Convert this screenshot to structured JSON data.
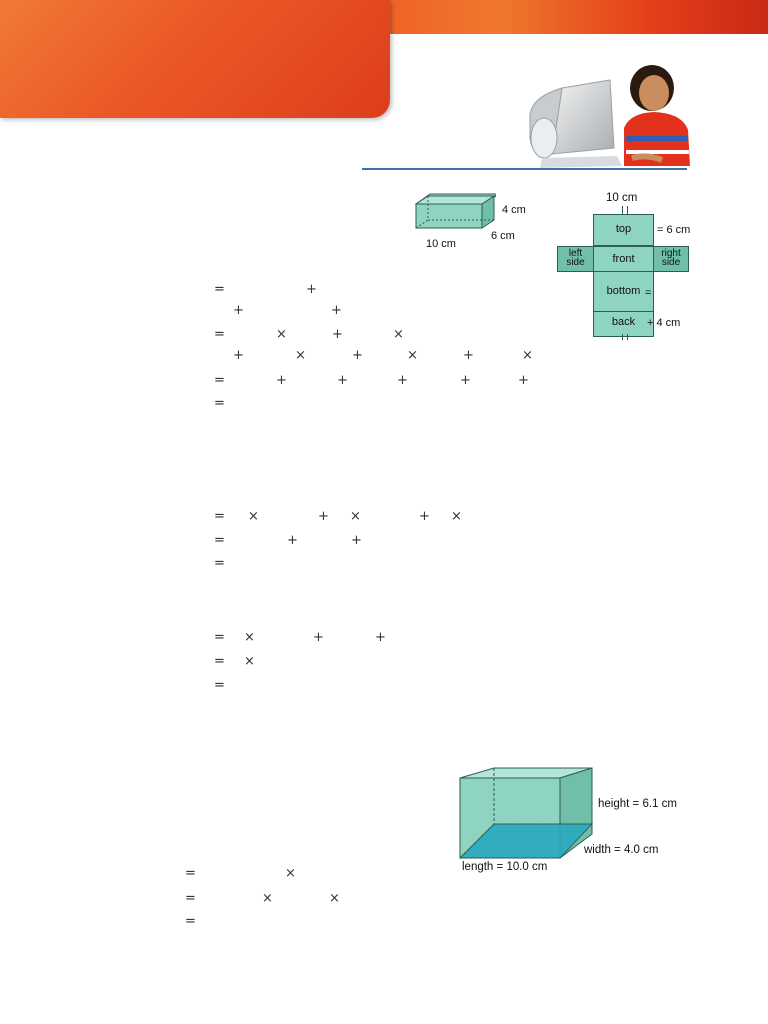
{
  "net_labels": {
    "top": "top",
    "front": "front",
    "bottom": "bottom",
    "back": "back",
    "left_side_1": "left",
    "left_side_2": "side",
    "right_side_1": "right",
    "right_side_2": "side",
    "width_label": "10 cm",
    "top_dim": "6 cm",
    "back_dim": "4 cm"
  },
  "small_prism": {
    "height": "4 cm",
    "width": "6 cm",
    "length": "10 cm"
  },
  "large_prism": {
    "height": "height = 6.1 cm",
    "width": "width = 4.0 cm",
    "length": "length = 10.0 cm"
  },
  "symbols": {
    "eq": "=",
    "plus": "+",
    "times": "×"
  }
}
